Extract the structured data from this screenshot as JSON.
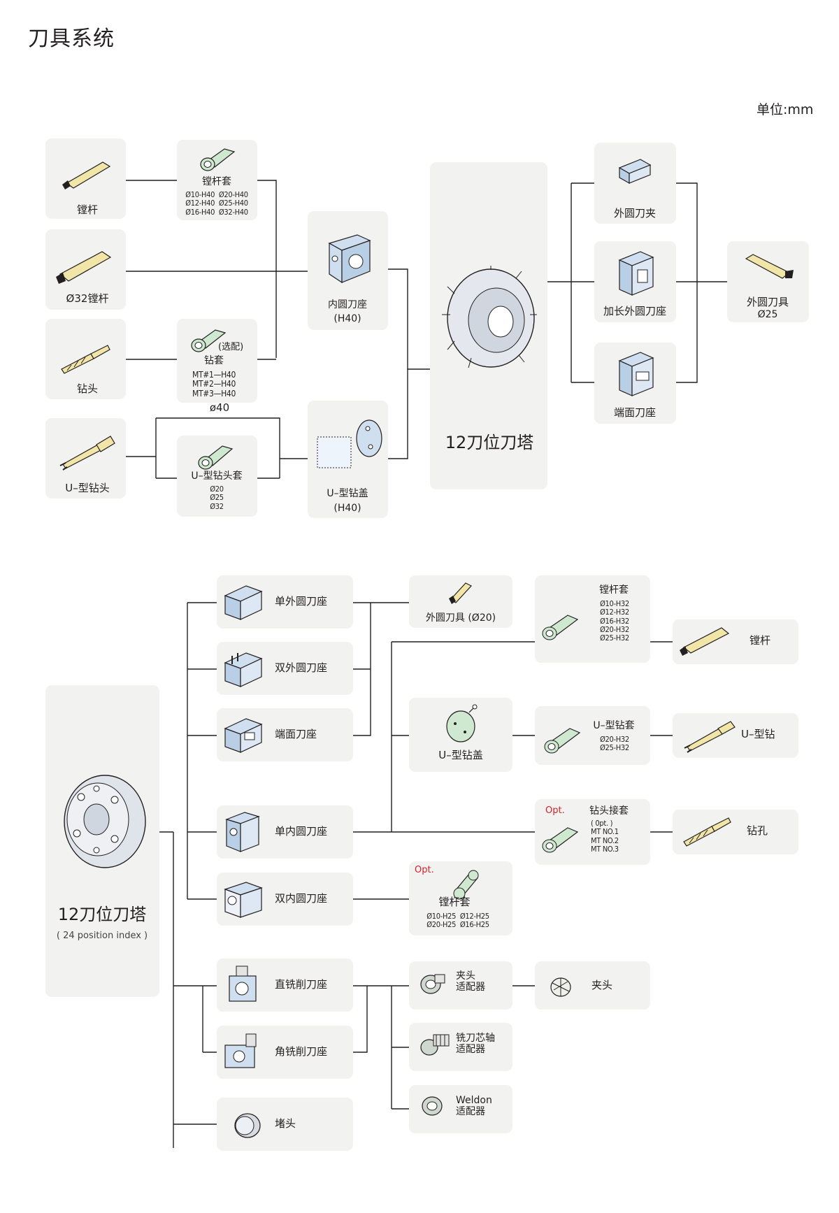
{
  "page": {
    "title": "刀具系统",
    "unit": "单位:mm"
  },
  "top": {
    "boring_bar": "镗杆",
    "bar32": "Ø32镗杆",
    "drill": "钻头",
    "u_drill": "U–型钻头",
    "sleeve": {
      "label": "镗杆套",
      "specs": "Ø10-H40  Ø20-H40\nØ12-H40  Ø25-H40\nØ16-H40  Ø32-H40"
    },
    "drill_sleeve": {
      "option": "(选配)",
      "label": "钻套",
      "specs": "MT#1—H40\nMT#2—H40\nMT#3—H40"
    },
    "dia40": "ø40",
    "u_sleeve": {
      "label": "U–型钻头套",
      "specs": "Ø20\nØ25\nØ32"
    },
    "inner_holder": {
      "label": "内圆刀座",
      "sub": "(H40)"
    },
    "u_cap": {
      "label": "U–型钻盖",
      "sub": "(H40)"
    },
    "turret": "12刀位刀塔",
    "clamp": "外圆刀夹",
    "ext_holder": "加长外圆刀座",
    "face_holder": "端面刀座",
    "ext_tool": {
      "label": "外圆刀具",
      "sub": "Ø25"
    }
  },
  "bottom": {
    "turret": {
      "label": "12刀位刀塔",
      "sub": "( 24 position index )"
    },
    "single_ext": "单外圆刀座",
    "double_ext": "双外圆刀座",
    "face": "端面刀座",
    "single_int": "单内圆刀座",
    "double_int": "双内圆刀座",
    "straight_mill": "直铣削刀座",
    "angle_mill": "角铣削刀座",
    "plug": "堵头",
    "ext_tool": "外圆刀具 (Ø20)",
    "u_cap": "U–型钻盖",
    "opt1": "Opt.",
    "opt2": "Opt.",
    "sleeve2": {
      "label": "镗杆套",
      "specs": "Ø10-H25  Ø12-H25\nØ20-H25  Ø16-H25"
    },
    "collet_adapter": "夹头\n适配器",
    "mill_adapter": "铣刀芯轴\n适配器",
    "weldon_adapter": "Weldon\n适配器",
    "sleeve32": {
      "label": "镗杆套",
      "specs": "Ø10-H32\nØ12-H32\nØ16-H32\nØ20-H32\nØ25-H32"
    },
    "u_sleeve": {
      "label": "U–型钻套",
      "specs": "Ø20-H32\nØ25-H32"
    },
    "drill_adapter": {
      "label": "钻头接套",
      "specs": "( 0pt. )\nMT NO.1\nMT NO.2\nMT NO.3"
    },
    "collet": "夹头",
    "boring_bar": "镗杆",
    "u_drill": "U–型钻",
    "drilling": "钻孔"
  },
  "icons": [
    "boring-bar-icon",
    "drill-icon",
    "u-drill-icon",
    "sleeve-icon",
    "holder-block-icon",
    "turret-icon",
    "clamp-icon",
    "disc-cap-icon",
    "collet-icon",
    "adapter-icon",
    "plug-icon"
  ]
}
